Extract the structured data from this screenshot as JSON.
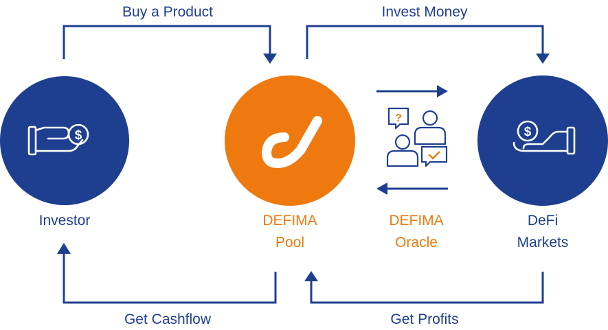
{
  "colors": {
    "navy": "#1e3f8f",
    "orange": "#ee7a0f",
    "background": "#ffffff"
  },
  "nodes": {
    "investor": {
      "label": "Investor",
      "icon": "hand-coin-icon",
      "color": "#1e3f8f"
    },
    "pool": {
      "label_line1": "DEFIMA",
      "label_line2": "Pool",
      "icon": "defima-logo",
      "color": "#ee7a0f"
    },
    "oracle": {
      "label_line1": "DEFIMA",
      "label_line2": "Oracle",
      "icon": "people-chat-icon",
      "color": "#ee7a0f"
    },
    "markets": {
      "label_line1": "DeFi",
      "label_line2": "Markets",
      "icon": "giving-coin-hand-icon",
      "color": "#1e3f8f"
    }
  },
  "flows": {
    "buy_product": "Buy a Product",
    "invest_money": "Invest Money",
    "get_cashflow": "Get Cashflow",
    "get_profits": "Get Profits"
  }
}
